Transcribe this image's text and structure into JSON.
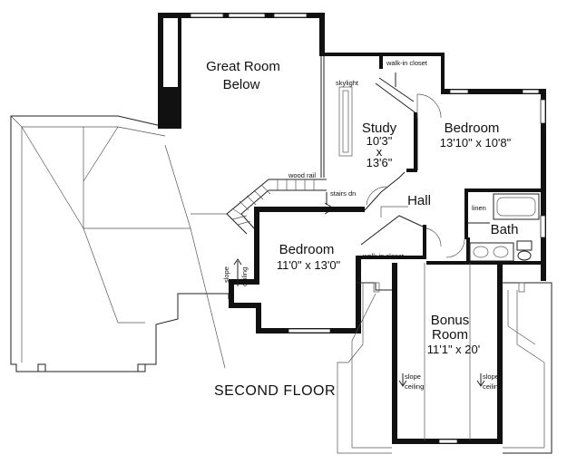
{
  "rooms": {
    "great_room": {
      "line1": "Great Room",
      "line2": "Below"
    },
    "study": {
      "name": "Study",
      "dim1": "10'3\"",
      "dim2": "x",
      "dim3": "13'6\""
    },
    "bedroom_right": {
      "name": "Bedroom",
      "dims": "13'10\" x 10'8\""
    },
    "bedroom_center": {
      "name": "Bedroom",
      "dims": "11'0\" x 13'0\""
    },
    "hall": {
      "name": "Hall"
    },
    "bath": {
      "name": "Bath"
    },
    "bonus": {
      "line1": "Bonus",
      "line2": "Room",
      "dims": "11'1\" x 20'"
    }
  },
  "labels": {
    "skylight": "skylight",
    "walkin_top": "walk-in closet",
    "walkin_mid": "walk-in closet",
    "wood_rail": "wood rail",
    "stairs": "stairs dn",
    "linen": "linen",
    "slope1_a": "slope",
    "slope1_b": "ceiling",
    "slope2_a": "slope",
    "slope2_b": "ceiling",
    "slope3_a": "slope",
    "slope3_b": "ceiling"
  },
  "caption": "SECOND FLOOR"
}
